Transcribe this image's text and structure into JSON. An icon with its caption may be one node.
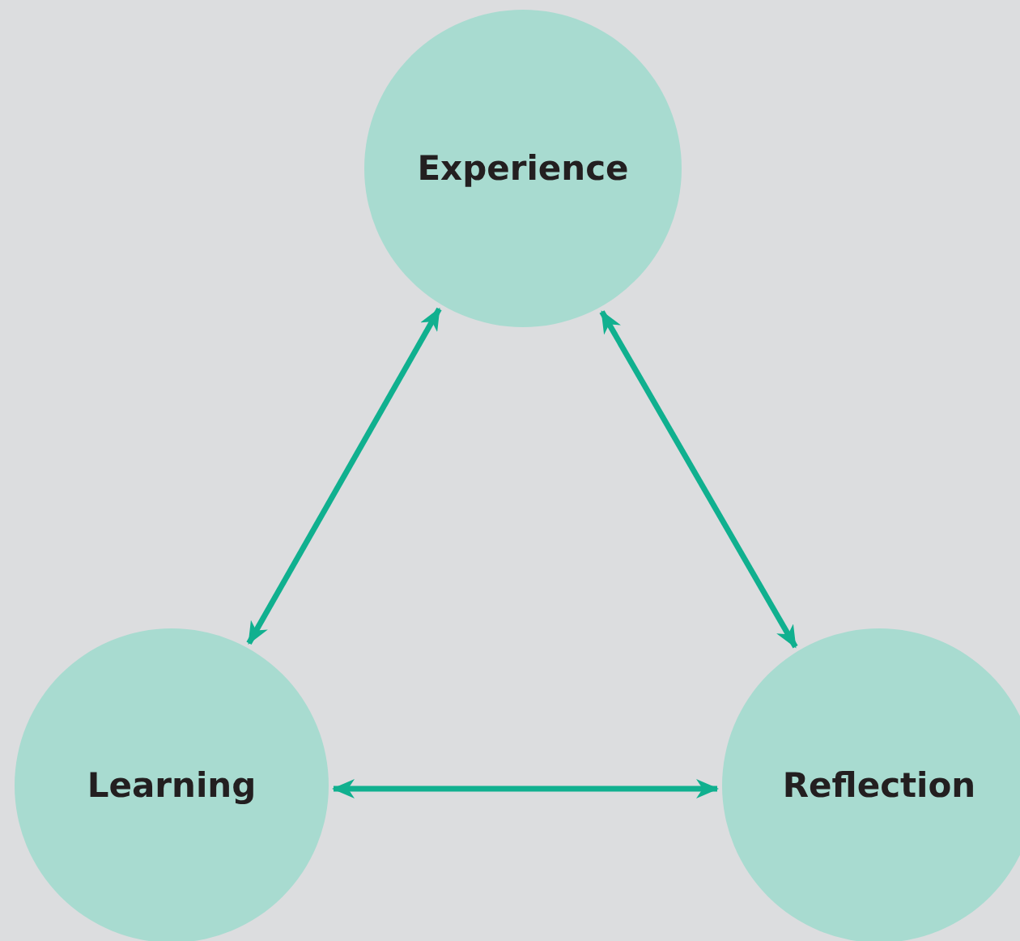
{
  "diagram": {
    "nodes": [
      {
        "text": [
          "Experience"
        ]
      },
      {
        "text": [
          "Learning"
        ]
      },
      {
        "text": [
          "Reflection"
        ]
      }
    ],
    "edges": [
      {
        "from": 0,
        "to": 1,
        "arrow": "both"
      },
      {
        "from": 0,
        "to": 2,
        "arrow": "both"
      },
      {
        "from": 1,
        "to": 2,
        "arrow": "both"
      }
    ]
  }
}
